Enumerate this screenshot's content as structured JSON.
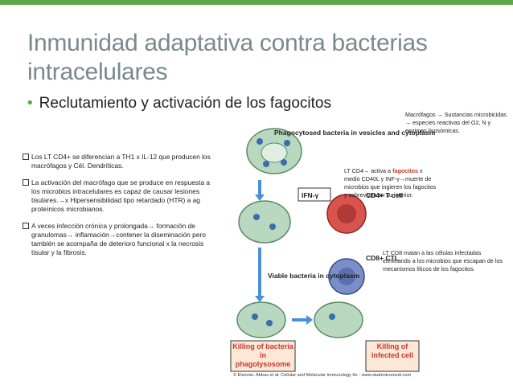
{
  "slide": {
    "title_line1": "Inmunidad adaptativa contra bacterias",
    "title_line2": "intracelulares",
    "bullet": "Reclutamiento y activación de los fagocitos"
  },
  "left_notes": [
    {
      "text": "Los LT CD4+ se diferencian a TH1 x IL-12 que producen los macrófagos y Cél. Dendríticas."
    },
    {
      "text": "La activación del macrófago que se produce en respuesta a los microbios intracelulares es capaz de causar lesiones tisulares.→x Hipersensibilidad tipo retardado (HTR) a ag proteínicos microbianos."
    },
    {
      "text": "A veces infección crónica y prolongada→ formación de granulomas→ inflamación→contener la diseminación pero también se acompaña de deterioro funcional x la necrosis tisular y la fibrosis."
    }
  ],
  "annotations": {
    "macrofagos": "Macrófagos → Sustancias microbicidas → especies reactivas del O2, N y enzimas lisosómicas.",
    "cd4_part1": "LT CD4→ activa a ",
    "cd4_highlight": "fagocitos",
    "cd4_part2": " x medio CD40L y INF-γ→muerte de microbios que ingieren los fagocitos y sobreviven en su interior.",
    "cd8": "LT CD8 matan a las células infectadas eliminando a los microbios que escapan de los mecanismos líticos de los fagocitos."
  },
  "figure": {
    "label_phagocytosed": "Phagocytosed bacteria in vesicles and cytoplasm",
    "label_ifn": "IFN-γ",
    "label_cd4": "CD4+ T cell",
    "label_cd8": "CD8+ CTL",
    "label_viable": "Viable bacteria in cytoplasm",
    "kill_phago": "Killing of bacteria in phagolysosome",
    "kill_infected": "Killing of infected cell",
    "credit": "© Elsevier. Abbas et al: Cellular and Molecular Immunology 6e - www.studentconsult.com"
  },
  "colors": {
    "accent_green": "#5fa84a",
    "title_gray": "#7a8890",
    "highlight_red": "#c0392b"
  }
}
